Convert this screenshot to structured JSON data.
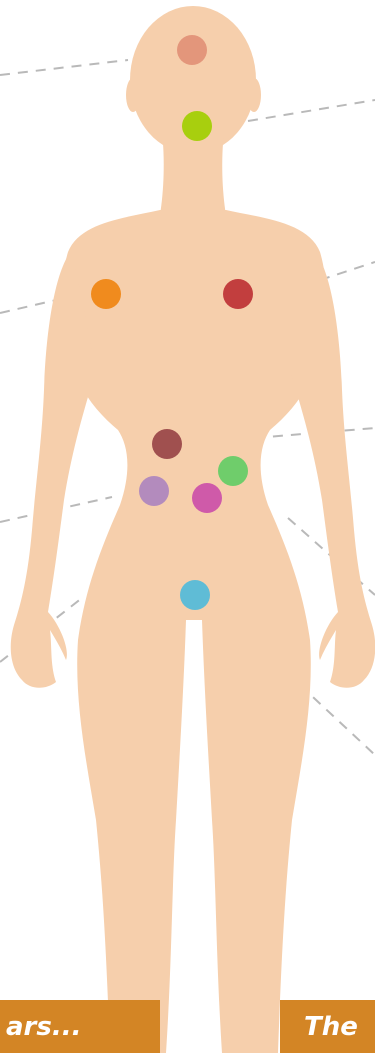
{
  "colors": {
    "skin": "#f6cfac",
    "banner": "#d38525",
    "leader_line": "#b9b9b9"
  },
  "banner": {
    "left_text": "ars...",
    "right_text": "The"
  },
  "markers": [
    {
      "id": "head",
      "color": "#e3967b"
    },
    {
      "id": "throat",
      "color": "#a8cf0e"
    },
    {
      "id": "chest-left",
      "color": "#f08b1e"
    },
    {
      "id": "chest-right",
      "color": "#c23e3e"
    },
    {
      "id": "stomach",
      "color": "#a0504f"
    },
    {
      "id": "abdomen-left",
      "color": "#b38bbd"
    },
    {
      "id": "abdomen-right",
      "color": "#6fcd6b"
    },
    {
      "id": "abdomen-center",
      "color": "#cf5aa9"
    },
    {
      "id": "pelvis",
      "color": "#5fbcd6"
    }
  ]
}
